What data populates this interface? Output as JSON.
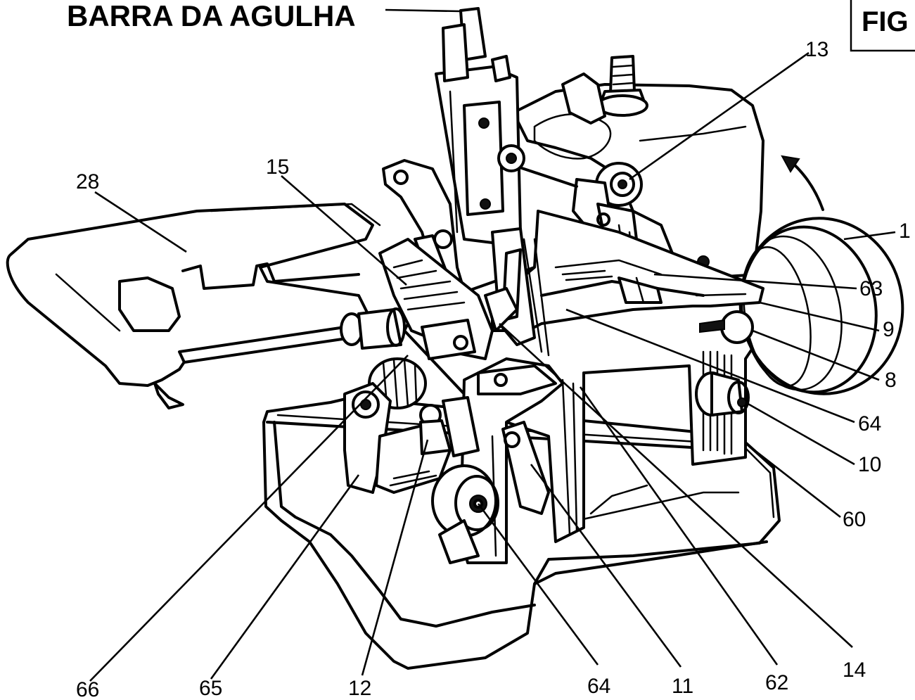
{
  "title": "BARRA DA AGULHA",
  "figure_tag": "FIG",
  "labels": [
    {
      "id": "13",
      "text": "13"
    },
    {
      "id": "15",
      "text": "15"
    },
    {
      "id": "28",
      "text": "28"
    },
    {
      "id": "1",
      "text": "1"
    },
    {
      "id": "63",
      "text": "63"
    },
    {
      "id": "9",
      "text": "9"
    },
    {
      "id": "8",
      "text": "8"
    },
    {
      "id": "64a",
      "text": "64"
    },
    {
      "id": "10",
      "text": "10"
    },
    {
      "id": "60",
      "text": "60"
    },
    {
      "id": "14",
      "text": "14"
    },
    {
      "id": "62",
      "text": "62"
    },
    {
      "id": "11",
      "text": "11"
    },
    {
      "id": "64b",
      "text": "64"
    },
    {
      "id": "12",
      "text": "12"
    },
    {
      "id": "65",
      "text": "65"
    },
    {
      "id": "66",
      "text": "66"
    }
  ]
}
